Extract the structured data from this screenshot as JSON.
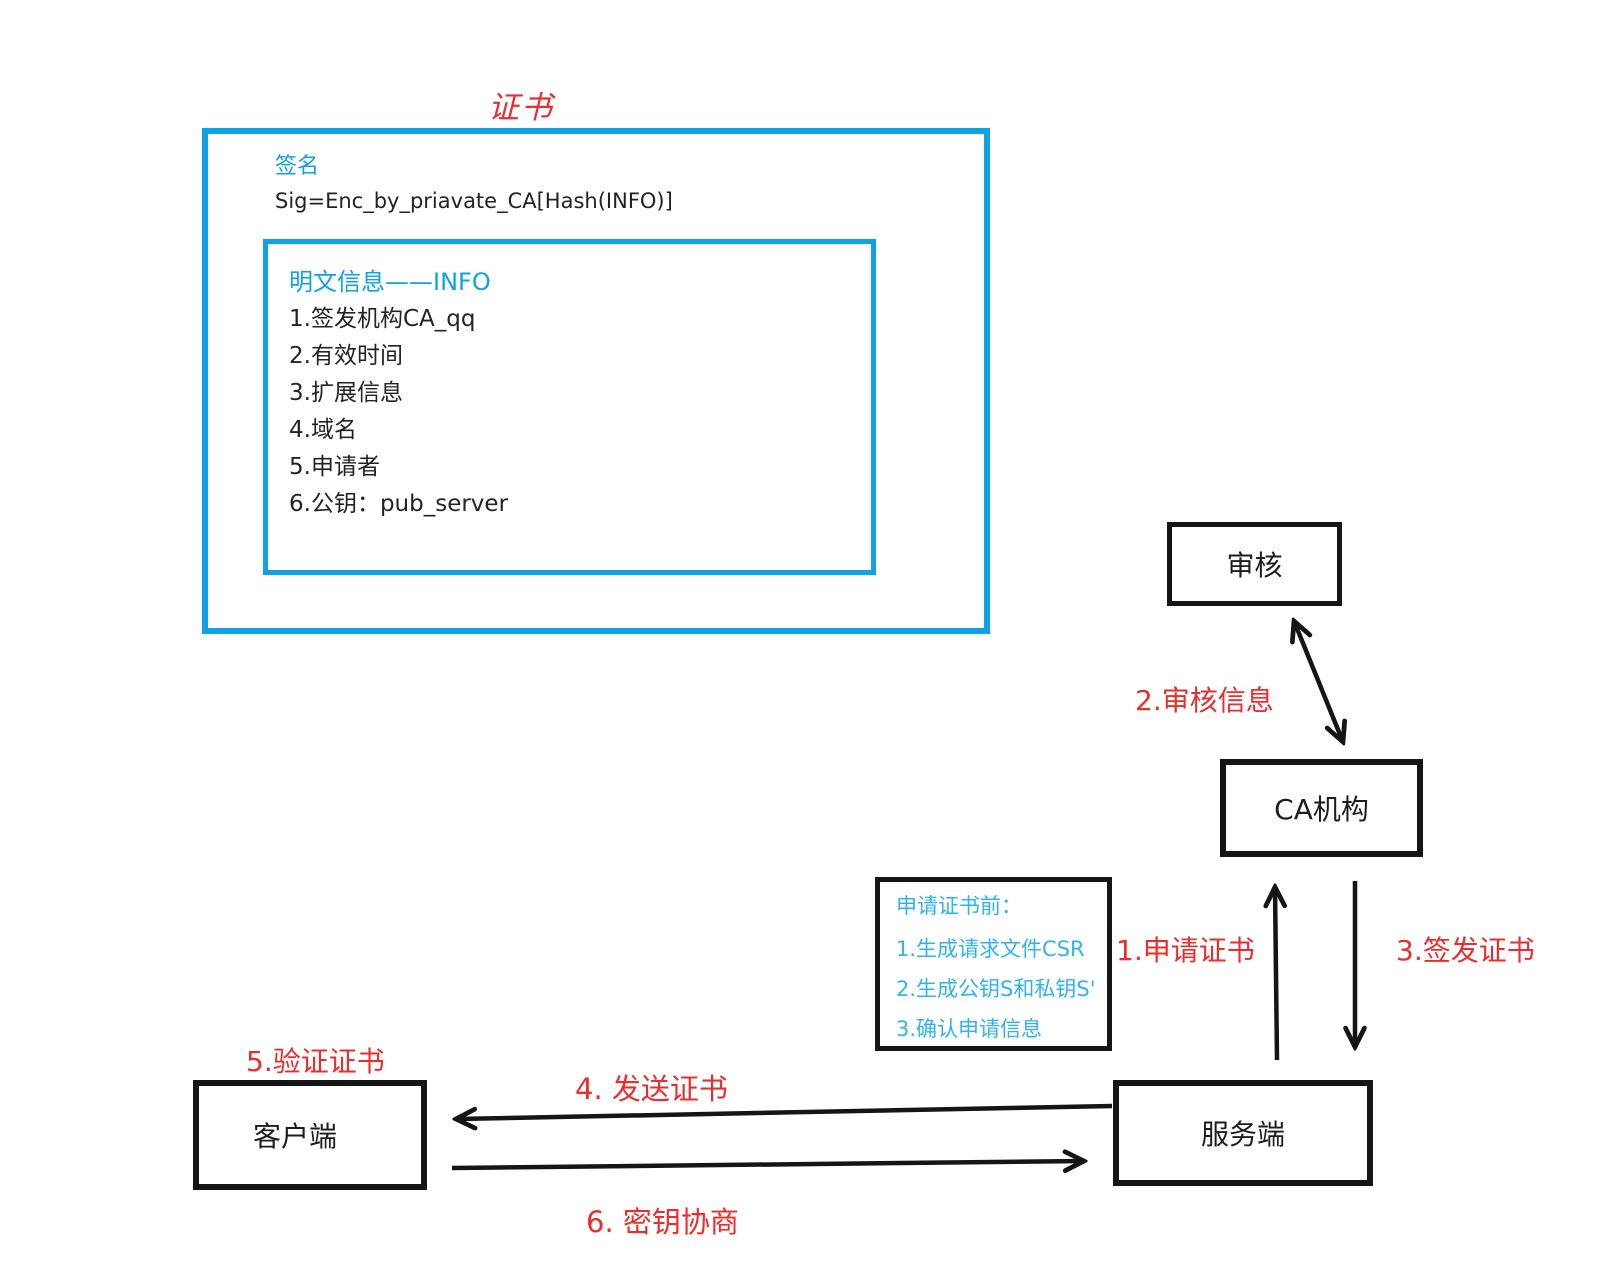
{
  "certificate_panel": {
    "title": "证书",
    "signature_label": "签名",
    "signature_value": "Sig=Enc_by_priavate_CA[Hash(INFO)]",
    "info_title": "明文信息——INFO",
    "info_items": [
      "1.签发机构CA_qq",
      "2.有效时间",
      "3.扩展信息",
      "4.域名",
      "5.申请者",
      "6.公钥：pub_server"
    ]
  },
  "nodes": {
    "audit_label": "审核",
    "ca_label": "CA机构",
    "server_label": "服务端",
    "client_label": "客户端"
  },
  "flow_labels": {
    "apply": "1.申请证书",
    "review": "2.审核信息",
    "issue": "3.签发证书",
    "send": "4. 发送证书",
    "verify": "5.验证证书",
    "key_negotiation": "6. 密钥协商"
  },
  "csr_note": {
    "title": "申请证书前：",
    "items": [
      "1.生成请求文件CSR",
      "2.生成公钥S和私钥S'",
      "3.确认申请信息"
    ]
  },
  "colors": {
    "accent_cyan": "#0fa2e4",
    "note_blue": "#2fb4f2",
    "label_red": "#ef2b2b",
    "ink_black": "#151515"
  }
}
